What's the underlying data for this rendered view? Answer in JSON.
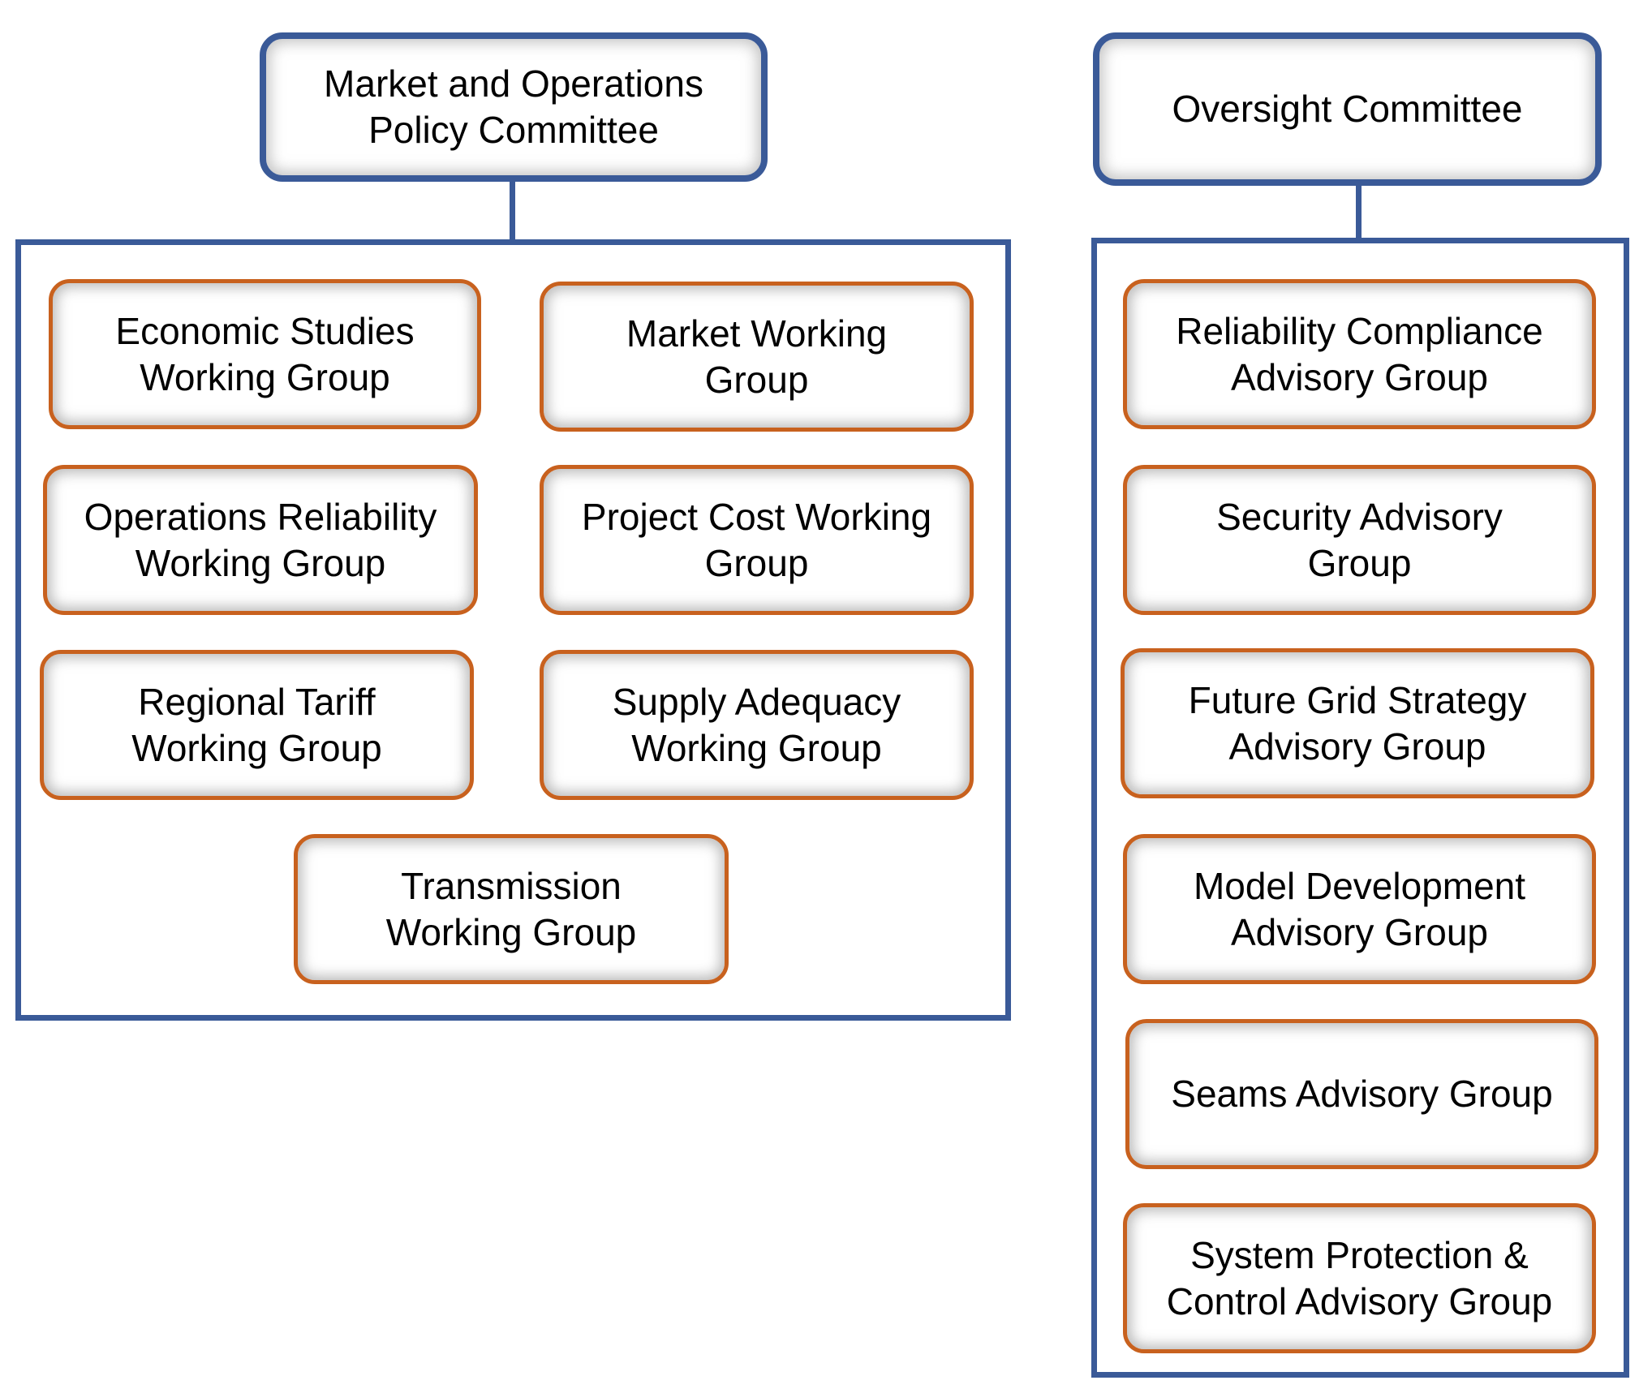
{
  "colors": {
    "committee_border": "#3a5a98",
    "group_border": "#c8611e",
    "text": "#000000",
    "background": "#ffffff"
  },
  "committees": {
    "mopc": {
      "label": "Market and Operations\nPolicy Committee",
      "groups": [
        "Economic Studies\nWorking Group",
        "Market Working\nGroup",
        "Operations Reliability\nWorking Group",
        "Project Cost Working\nGroup",
        "Regional Tariff\nWorking Group",
        "Supply Adequacy\nWorking Group",
        "Transmission\nWorking Group"
      ]
    },
    "oversight": {
      "label": "Oversight Committee",
      "groups": [
        "Reliability Compliance\nAdvisory Group",
        "Security Advisory\nGroup",
        "Future Grid Strategy\nAdvisory Group",
        "Model Development\nAdvisory Group",
        "Seams Advisory Group",
        "System Protection &\nControl Advisory Group"
      ]
    }
  }
}
